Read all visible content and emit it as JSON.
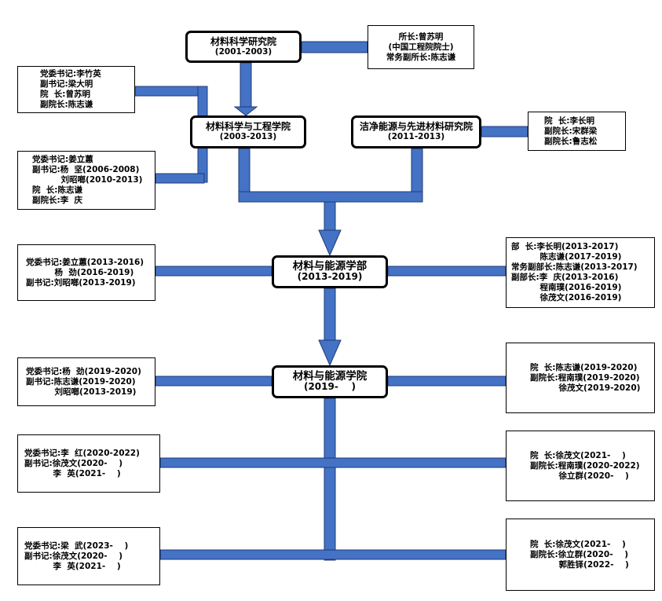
{
  "colors": {
    "connector": "#4472c4",
    "connector_edge": "#1f3b78"
  },
  "nodes": {
    "institute": {
      "title": "材料科学研究院",
      "period": "(2001-2003)"
    },
    "institute_info": {
      "lines": [
        "所长:曾苏明",
        "(中国工程院院士)",
        "常务副所长:陈志谦"
      ]
    },
    "college_2003": {
      "title": "材料科学与工程学院",
      "period": "(2003-2013)"
    },
    "clean_energy": {
      "title": "洁净能源与先进材料研究院",
      "period": "(2011-2013)"
    },
    "clean_energy_info": {
      "lines": [
        "院  长:李长明",
        "副院长:宋群梁",
        "副院长:鲁志松"
      ]
    },
    "college_2003_leaders_a": {
      "lines": [
        "党委书记:李竹英",
        "副书记:梁大明",
        "院  长:曾苏明",
        "副院长:陈志谦"
      ]
    },
    "college_2003_leaders_b": {
      "lines": [
        "党委书记:姜立蕙",
        "副书记:杨  坚(2006-2008)",
        "          刘昭啷(2010-2013)",
        "院  长:陈志谦",
        "副院长:李  庆"
      ]
    },
    "faculty": {
      "title": "材料与能源学部",
      "period": "(2013-2019)"
    },
    "faculty_party": {
      "lines": [
        "党委书记:姜立蕙(2013-2016)",
        "          杨  劲(2016-2019)",
        "副书记:刘昭啷(2013-2019)"
      ]
    },
    "faculty_admin": {
      "lines": [
        "部  长:李长明(2013-2017)",
        "          陈志谦(2017-2019)",
        "常务副部长:陈志谦(2013-2017)",
        "副部长:李  庆(2013-2016)",
        "          程南璞(2016-2019)",
        "          徐茂文(2016-2019)"
      ]
    },
    "school": {
      "title": "材料与能源学院",
      "period": "(2019-    )"
    },
    "school_party_1": {
      "lines": [
        "党委书记:杨  劲(2019-2020)",
        "副书记:陈志谦(2019-2020)",
        "          刘昭啷(2013-2019)"
      ]
    },
    "school_admin_1": {
      "lines": [
        "院  长:陈志谦(2019-2020)",
        "副院长:程南璞(2019-2020)",
        "          徐茂文(2019-2020)"
      ]
    },
    "school_party_2": {
      "lines": [
        "党委书记:李  红(2020-2022)",
        "副书记:徐茂文(2020-    )",
        "          李  英(2021-    )"
      ]
    },
    "school_admin_2": {
      "lines": [
        "院  长:徐茂文(2021-    )",
        "副院长:程南璞(2020-2022)",
        "          徐立群(2020-    )"
      ]
    },
    "school_party_3": {
      "lines": [
        "党委书记:梁  武(2023-    )",
        "副书记:徐茂文(2020-    )",
        "          李  英(2021-    )"
      ]
    },
    "school_admin_3": {
      "lines": [
        "院  长:徐茂文(2021-    )",
        "副院长:徐立群(2020-    )",
        "          郭胜铎(2022-    )"
      ]
    }
  }
}
